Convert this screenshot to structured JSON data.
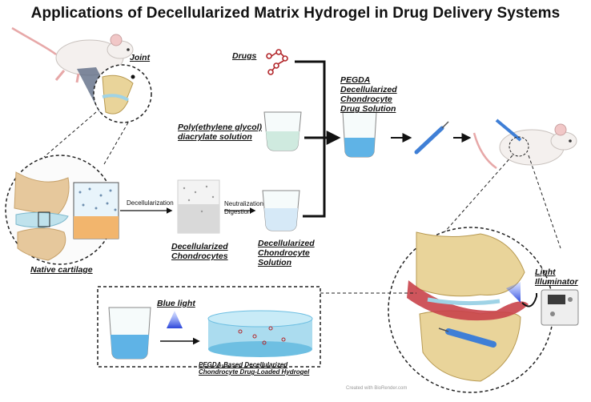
{
  "title": "Applications of Decellularized Matrix Hydrogel in Drug Delivery Systems",
  "labels": {
    "joint": "Joint",
    "drugs": "Drugs",
    "pegda_line1": "PEGDA",
    "pegda_line2": "Decellularized",
    "pegda_line3": "Chondrocyte",
    "pegda_line4": "Drug Solution",
    "peg_line1": "Poly(ethylene glycol)",
    "peg_line2": "diacrylate solution",
    "decell_process": "Decellularization",
    "neutral_line1": "Neutralization",
    "neutral_line2": "Digestion",
    "decell_chondro_line1": "Decellularized",
    "decell_chondro_line2": "Chondrocytes",
    "decell_sol_line1": "Decellularized",
    "decell_sol_line2": "Chondrocyte",
    "decell_sol_line3": "Solution",
    "native": "Native cartilage",
    "blue_light": "Blue light",
    "hydrogel_line1": "PEGDA-Based Decellularized",
    "hydrogel_line2": "Chondrocyte Drug-Loaded Hydrogel",
    "light_line1": "Light",
    "light_line2": "Illuminator",
    "credit": "Created with BioRender.com"
  },
  "colors": {
    "liquid_green": "#cfeadf",
    "liquid_blue": "#5fb3e6",
    "liquid_pale": "#d6e9f7",
    "bone": "#e9d49a",
    "cartilage": "#9fd3e6",
    "inflamed": "#c9424a",
    "drug": "#b3282c",
    "syringe": "#3f7fd6"
  }
}
